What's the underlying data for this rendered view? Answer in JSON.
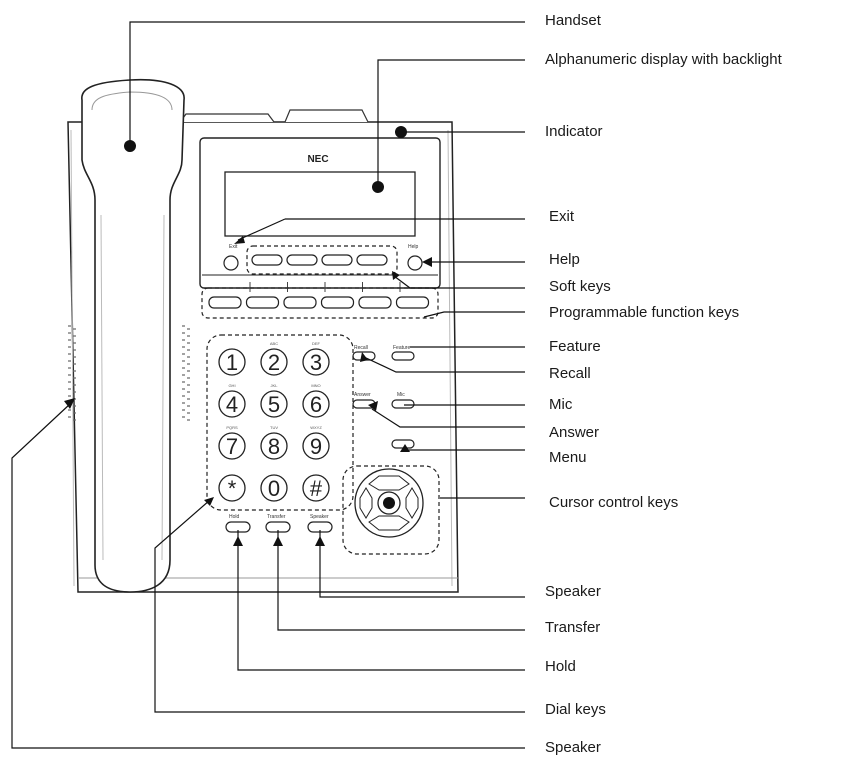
{
  "brand": "NEC",
  "phone_keys": {
    "exit": "Exit",
    "help": "Help",
    "recall": "Recall",
    "feature": "Feature",
    "answer": "Answer",
    "mic": "Mic",
    "hold": "Hold",
    "transfer": "Transfer",
    "speaker": "Speaker"
  },
  "dial_keys": [
    {
      "digit": "1",
      "letters": ""
    },
    {
      "digit": "2",
      "letters": "ABC"
    },
    {
      "digit": "3",
      "letters": "DEF"
    },
    {
      "digit": "4",
      "letters": "GHI"
    },
    {
      "digit": "5",
      "letters": "JKL"
    },
    {
      "digit": "6",
      "letters": "MNO"
    },
    {
      "digit": "7",
      "letters": "PQRS"
    },
    {
      "digit": "8",
      "letters": "TUV"
    },
    {
      "digit": "9",
      "letters": "WXYZ"
    },
    {
      "digit": "*",
      "letters": ""
    },
    {
      "digit": "0",
      "letters": ""
    },
    {
      "digit": "#",
      "letters": ""
    }
  ],
  "callouts": [
    "Handset",
    "Alphanumeric display with backlight",
    "Indicator",
    "Exit",
    "Help",
    "Soft keys",
    "Programmable function keys",
    "Feature",
    "Recall",
    "Mic",
    "Answer",
    "Menu",
    "Cursor control keys",
    "Speaker",
    "Transfer",
    "Hold",
    "Dial keys",
    "Speaker"
  ]
}
